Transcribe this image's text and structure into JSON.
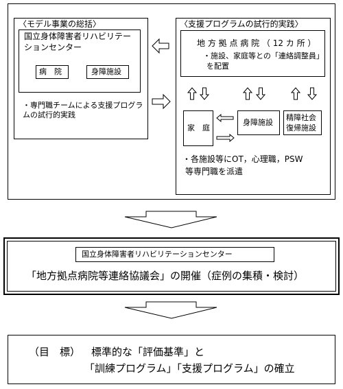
{
  "top": {
    "left_panel": {
      "heading": "〈モデル事業の総括〉",
      "center_name": "国立身体障害者リハビリテーションセンター",
      "hospital": "病　院",
      "disability_facility": "身障施設",
      "note_lines": [
        "・専門職チームによる支援プログラ",
        "ムの試行的実践"
      ]
    },
    "right_panel": {
      "heading": "〈支援プログラムの試行的実践〉",
      "regional_hospital": "地 方 拠 点 病 院 （ 12 カ 所 ）",
      "coordinator_lines": [
        "・施設、家庭等との「連絡調整員」",
        "を配置"
      ],
      "home": "家　庭",
      "disability_facility": "身障施設",
      "mental_facility_lines": [
        "精障社会",
        "復帰施設"
      ],
      "dispatch_lines": [
        "・各施設等にOT，心理職，PSW",
        "等専門職を派遣"
      ]
    }
  },
  "middle": {
    "center_name": "国立身体障害者リハビリテーションセンター",
    "council": "「地方拠点病院等連絡協議会」の開催（症例の集積・検討）"
  },
  "bottom": {
    "goal_label": "（目　標）",
    "goal_line1": "標準的な「評価基準」と",
    "goal_line2": "「訓練プログラム」「支援プログラム」の確立"
  }
}
